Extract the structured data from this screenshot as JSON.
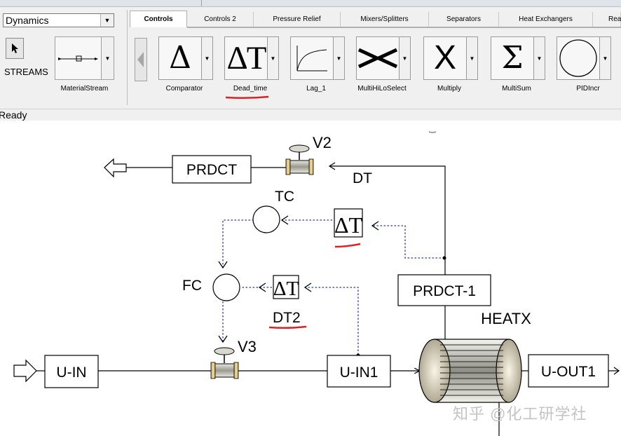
{
  "toolbar": {
    "mode_select_value": "Dynamics",
    "streams_label": "STREAMS",
    "material_stream_label": "MaterialStream",
    "tabs": [
      {
        "label": "Controls"
      },
      {
        "label": "Controls 2"
      },
      {
        "label": "Pressure Relief"
      },
      {
        "label": "Mixers/Splitters"
      },
      {
        "label": "Separators"
      },
      {
        "label": "Heat Exchangers"
      },
      {
        "label": "Rea"
      }
    ],
    "blocks": [
      {
        "label": "Comparator",
        "symbol": "Δ"
      },
      {
        "label": "Dead_time",
        "symbol": "ΔT"
      },
      {
        "label": "Lag_1",
        "symbol": "lag-curve-icon"
      },
      {
        "label": "MultiHiLoSelect",
        "symbol": "><"
      },
      {
        "label": "Multiply",
        "symbol": "X"
      },
      {
        "label": "MultiSum",
        "symbol": "Σ"
      },
      {
        "label": "PIDIncr",
        "symbol": "circle-icon"
      }
    ]
  },
  "status": {
    "text": "Ready"
  },
  "flowsheet": {
    "blocks": {
      "prdct": "PRDCT",
      "prdct1": "PRDCT-1",
      "uin": "U-IN",
      "uin1": "U-IN1",
      "uout1": "U-OUT1",
      "heatx": "HEATX"
    },
    "valves": {
      "v2": "V2",
      "v3": "V3"
    },
    "controllers": {
      "tc": "TC",
      "fc": "FC"
    },
    "deadtimes": {
      "dt_symbol": "ΔT",
      "dt2_symbol": "ΔT"
    },
    "stream_labels": {
      "dt": "DT",
      "dt2": "DT2"
    },
    "colors": {
      "signal": "#2b38b8",
      "highlight": "#e02020",
      "hx_shell": "#8c8c84",
      "hx_end": "#f4ead6"
    }
  },
  "watermark": "知乎 @化工研学社"
}
